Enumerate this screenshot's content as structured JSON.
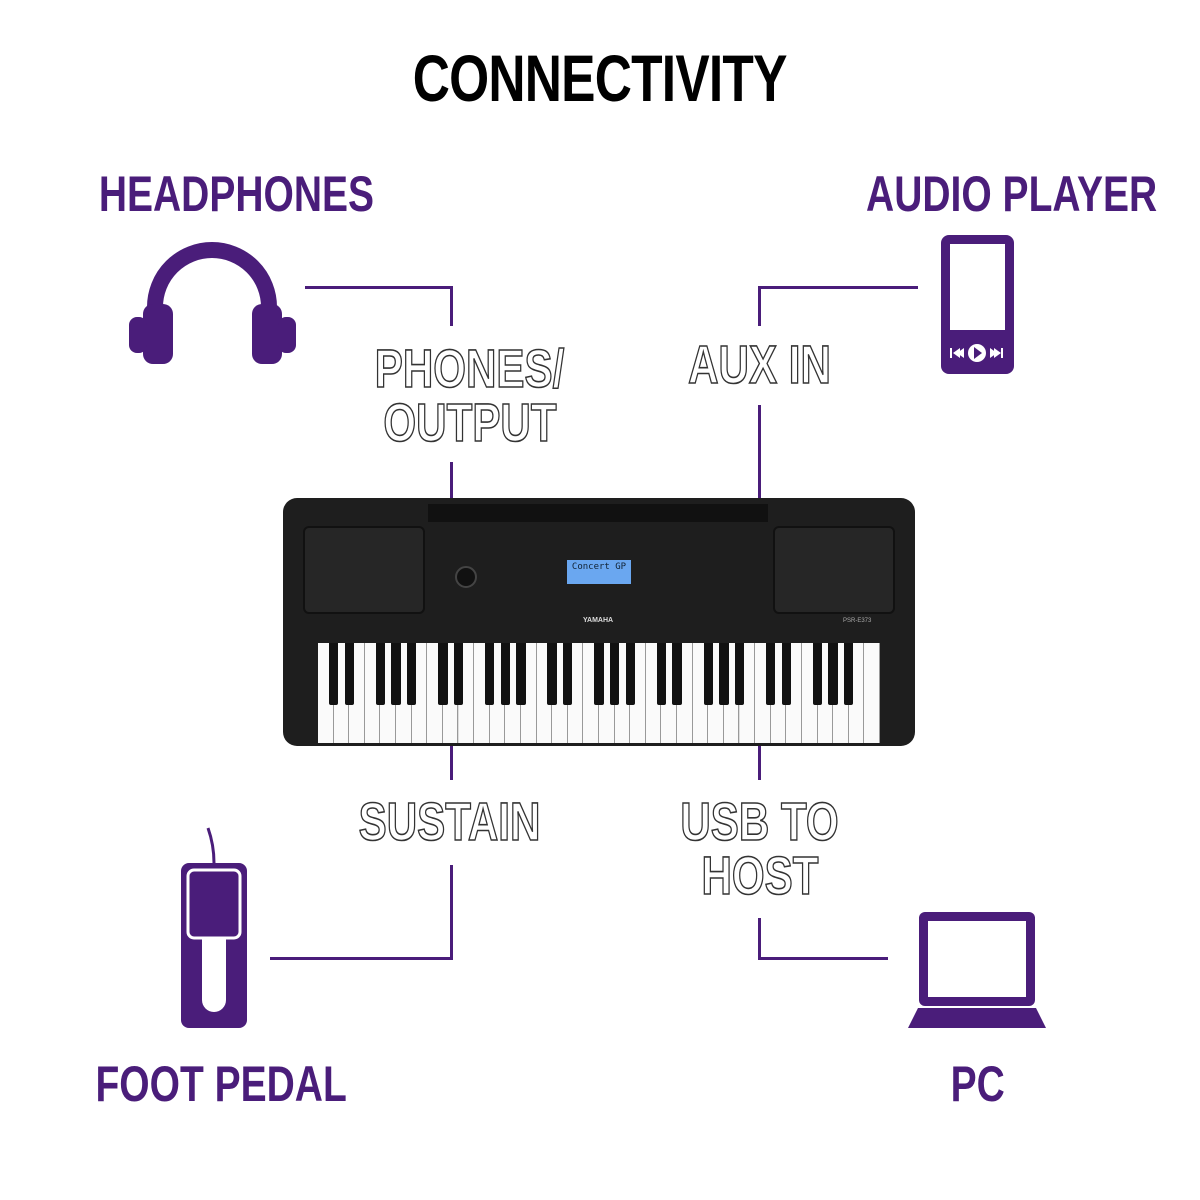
{
  "title": "CONNECTIVITY",
  "devices": {
    "headphones": {
      "label": "HEADPHONES",
      "icon": "headphones-icon"
    },
    "audio_player": {
      "label": "AUDIO PLAYER",
      "icon": "media-player-icon"
    },
    "foot_pedal": {
      "label": "FOOT PEDAL",
      "icon": "foot-pedal-icon"
    },
    "pc": {
      "label": "PC",
      "icon": "laptop-icon"
    }
  },
  "ports": {
    "phones": {
      "line1": "PHONES/",
      "line2": "OUTPUT"
    },
    "aux": {
      "line1": "AUX IN"
    },
    "sustain": {
      "line1": "SUSTAIN"
    },
    "usb": {
      "line1": "USB TO",
      "line2": "HOST"
    }
  },
  "keyboard": {
    "brand": "YAMAHA",
    "model": "PSR-E373",
    "display": "Concert GP",
    "white_keys": 36
  },
  "colors": {
    "accent": "#4a1d7a",
    "keyboard_body": "#1e1e1e"
  }
}
